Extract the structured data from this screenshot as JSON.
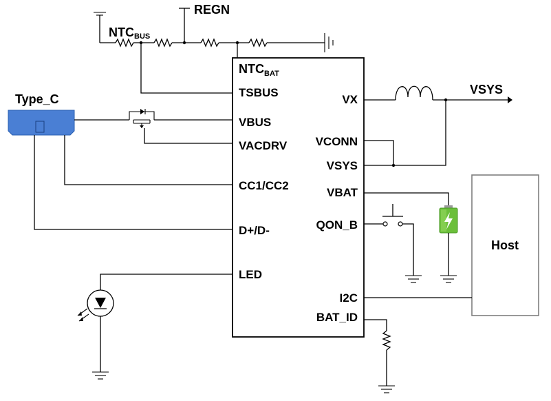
{
  "supply": {
    "regn": "REGN"
  },
  "ntc_bus": {
    "main": "NTC",
    "sub": "BUS"
  },
  "ntc_bat": {
    "main": "NTC",
    "sub": "BAT"
  },
  "connector": {
    "label": "Type_C",
    "color": "#4a7fd4"
  },
  "chip_pins_left": [
    "TSBUS",
    "VBUS",
    "VACDRV",
    "CC1/CC2",
    "D+/D-",
    "LED"
  ],
  "chip_pins_right": [
    "VX",
    "VCONN",
    "VSYS",
    "VBAT",
    "QON_B",
    "I2C",
    "BAT_ID"
  ],
  "output": {
    "label": "VSYS"
  },
  "host": {
    "label": "Host"
  },
  "battery": {
    "color": "#6bbf3a",
    "icon": "battery-icon"
  }
}
